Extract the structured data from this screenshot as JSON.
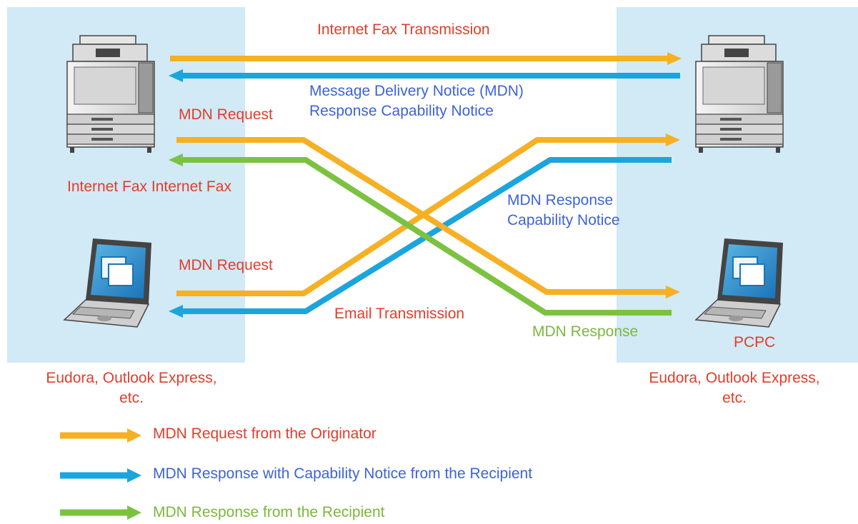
{
  "colors": {
    "orange": "#f5b024",
    "blue": "#1aa5dd",
    "green": "#7cc241",
    "orange_text": "#e23d2b",
    "blue_text": "#3d63d6",
    "green_text": "#7db73e",
    "panel": "#d2e9f6"
  },
  "labels": {
    "internet_fax_transmission": "Internet Fax Transmission",
    "mdn_notice_line1": "Message Delivery Notice (MDN)",
    "mdn_notice_line2": "Response Capability Notice",
    "mdn_request_top": "MDN Request",
    "internet_fax_left": "Internet Fax Internet Fax",
    "mdn_response_capability_line1": "MDN Response",
    "mdn_response_capability_line2": "Capability Notice",
    "mdn_request_bottom": "MDN Request",
    "email_transmission": "Email Transmission",
    "mdn_response": "MDN Response",
    "pcpc": "PCPC",
    "left_clients_line1": "Eudora, Outlook Express,",
    "left_clients_line2": "etc.",
    "right_clients_line1": "Eudora, Outlook Express,",
    "right_clients_line2": "etc."
  },
  "legend": [
    {
      "color": "orange",
      "label": "MDN Request from the Originator"
    },
    {
      "color": "blue",
      "label": "MDN Response with Capability Notice from the Recipient"
    },
    {
      "color": "green",
      "label": "MDN Response from the Recipient"
    }
  ],
  "icons": {
    "left_top": "multifunction-printer-icon",
    "left_bottom": "laptop-icon",
    "right_top": "multifunction-printer-icon",
    "right_bottom": "laptop-icon"
  }
}
